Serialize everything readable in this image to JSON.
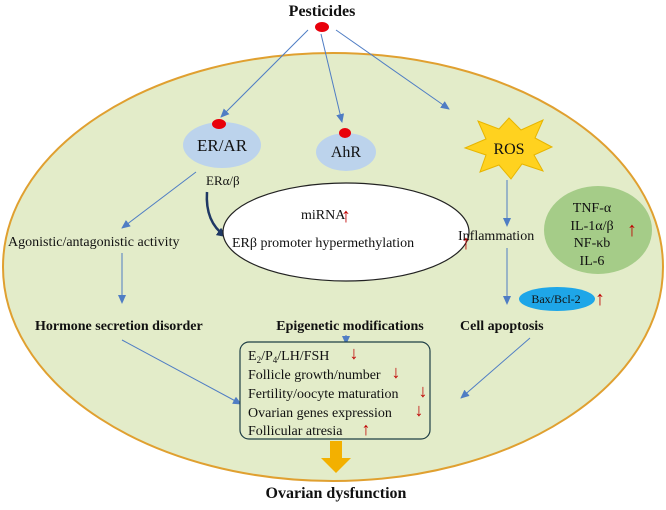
{
  "title": "Pesticides",
  "receptors": {
    "er_ar": "ER/AR",
    "ahr": "AhR",
    "ros": "ROS",
    "er_ab_prefix": "ERα/β"
  },
  "epigenetic": {
    "mirna": "miRNA",
    "erb_methylation": "ERβ promoter hypermethylation",
    "heading": "Epigenetic modifications"
  },
  "left_branch": {
    "activity": "Agonistic/antagonistic activity",
    "disorder": "Hormone secretion disorder"
  },
  "right_branch": {
    "inflammation": "Inflammation",
    "cytokines": [
      "TNF-α",
      "IL-1α/β",
      "NF-κb",
      "IL-6"
    ],
    "bax": "Bax/Bcl-2",
    "apoptosis": "Cell apoptosis"
  },
  "effects": {
    "hormones_prefix": "E",
    "hormones_sub1": "2",
    "hormones_mid": "/P",
    "hormones_sub2": "4",
    "hormones_suffix": "/LH/FSH",
    "items": [
      "Follicle growth/number",
      "Fertility/oocyte maturation",
      "Ovarian genes expression",
      "Follicular atresia"
    ]
  },
  "outcome": "Ovarian dysfunction",
  "colors": {
    "cell_fill": "#e3ecc9",
    "cell_stroke": "#e0a030",
    "receptor_fill": "#bcd3ec",
    "ros_fill": "#ffd21f",
    "cytokine_fill": "#a5cc88",
    "bax_fill": "#1ea6e8",
    "red": "#c00000",
    "arrow": "#4f7dc4",
    "dark_arrow": "#1f3864",
    "outcome_arrow": "#f3b000"
  }
}
